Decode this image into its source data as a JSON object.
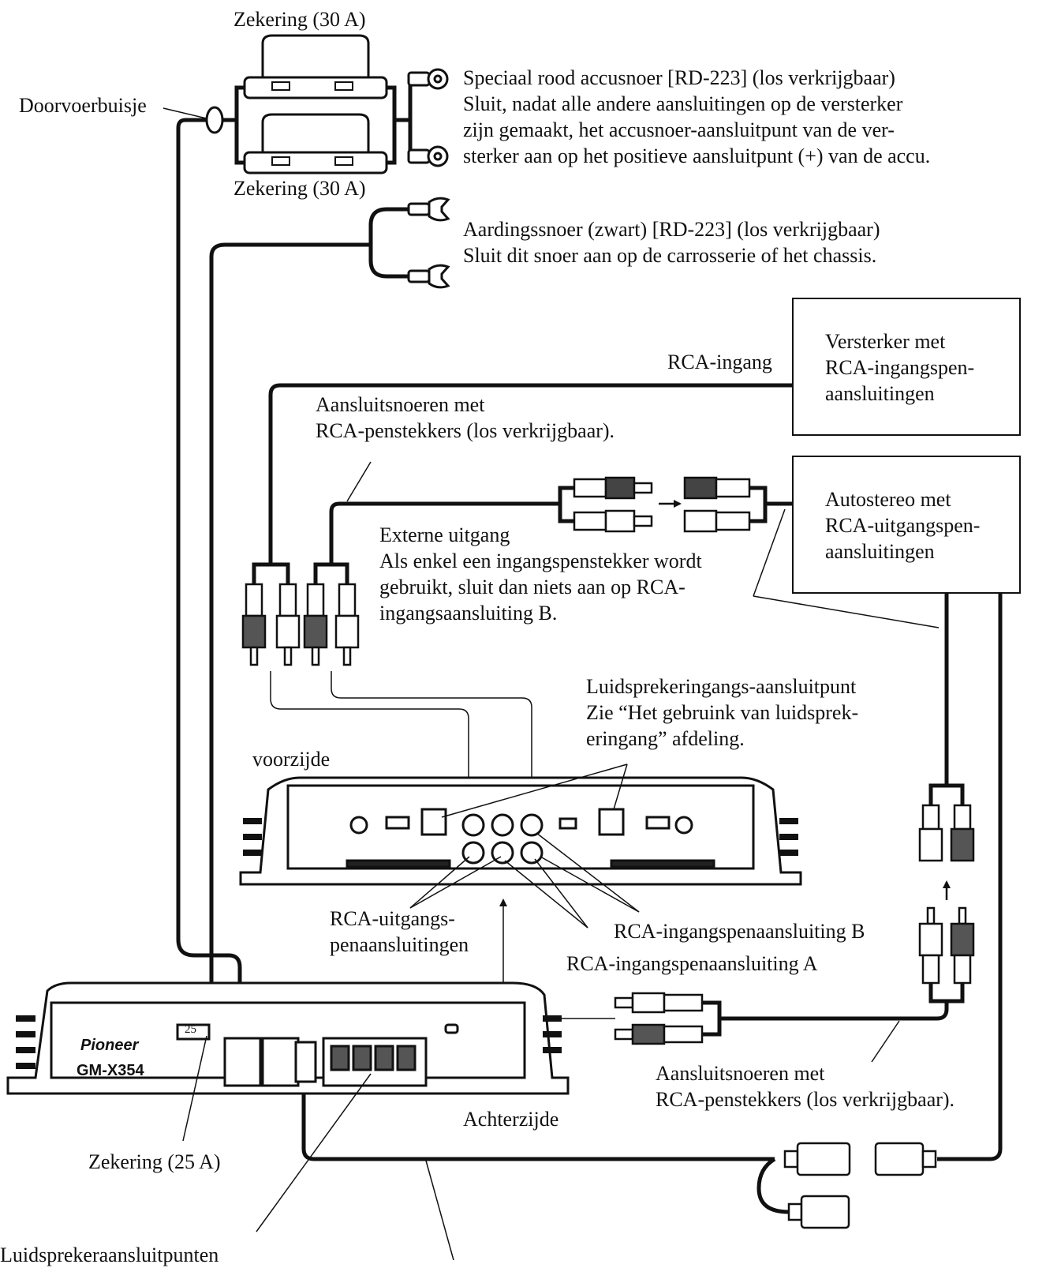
{
  "labels": {
    "fuse_top": "Zekering (30 A)",
    "fuse_bottom": "Zekering (30 A)",
    "grommet": "Doorvoerbuisje",
    "battery_lead_line1": "Speciaal rood accusnoer [RD-223] (los verkrijgbaar)",
    "battery_lead_line2": "Sluit, nadat alle andere aansluitingen op de versterker",
    "battery_lead_line3": "zijn gemaakt, het accusnoer-aansluitpunt van de ver-",
    "battery_lead_line4": "sterker aan op het positieve aansluitpunt (+) van de accu.",
    "ground_lead_line1": "Aardingssnoer (zwart) [RD-223] (los verkrijgbaar)",
    "ground_lead_line2": "Sluit dit snoer aan op de carrosserie of het chassis.",
    "rca_input": "RCA-ingang",
    "rca_cords_top_line1": "Aansluitsnoeren met",
    "rca_cords_top_line2": "RCA-penstekkers (los verkrijgbaar).",
    "external_output_line1": "Externe uitgang",
    "external_output_line2": "Als enkel een ingangspenstekker wordt",
    "external_output_line3": "gebruikt, sluit dan niets aan op RCA-",
    "external_output_line4": "ingangsaansluiting B.",
    "speaker_input_line1": "Luidsprekeringangs-aansluitpunt",
    "speaker_input_line2": "Zie “Het gebruink van luidsprek-",
    "speaker_input_line3": "eringang” afdeling.",
    "front": "voorzijde",
    "rca_output_line1": "RCA-uitgangs-",
    "rca_output_line2": "penaansluitingen",
    "rca_input_b": "RCA-ingangspenaansluiting B",
    "rca_input_a": "RCA-ingangspenaansluiting A",
    "rca_cords_bottom_line1": "Aansluitsnoeren met",
    "rca_cords_bottom_line2": "RCA-penstekkers (los verkrijgbaar).",
    "rear": "Achterzijde",
    "fuse_25": "Zekering (25 A)",
    "bottom_cut": "Luidsprekeraansluitpunten"
  },
  "boxes": {
    "amp_box_line1": "Versterker met",
    "amp_box_line2": "RCA-ingangspen-",
    "amp_box_line3": "aansluitingen",
    "stereo_box_line1": "Autostereo met",
    "stereo_box_line2": "RCA-uitgangspen-",
    "stereo_box_line3": "aansluitingen"
  },
  "amplifier": {
    "brand": "Pioneer",
    "model": "GM-X354",
    "fuse_rating": "25"
  }
}
